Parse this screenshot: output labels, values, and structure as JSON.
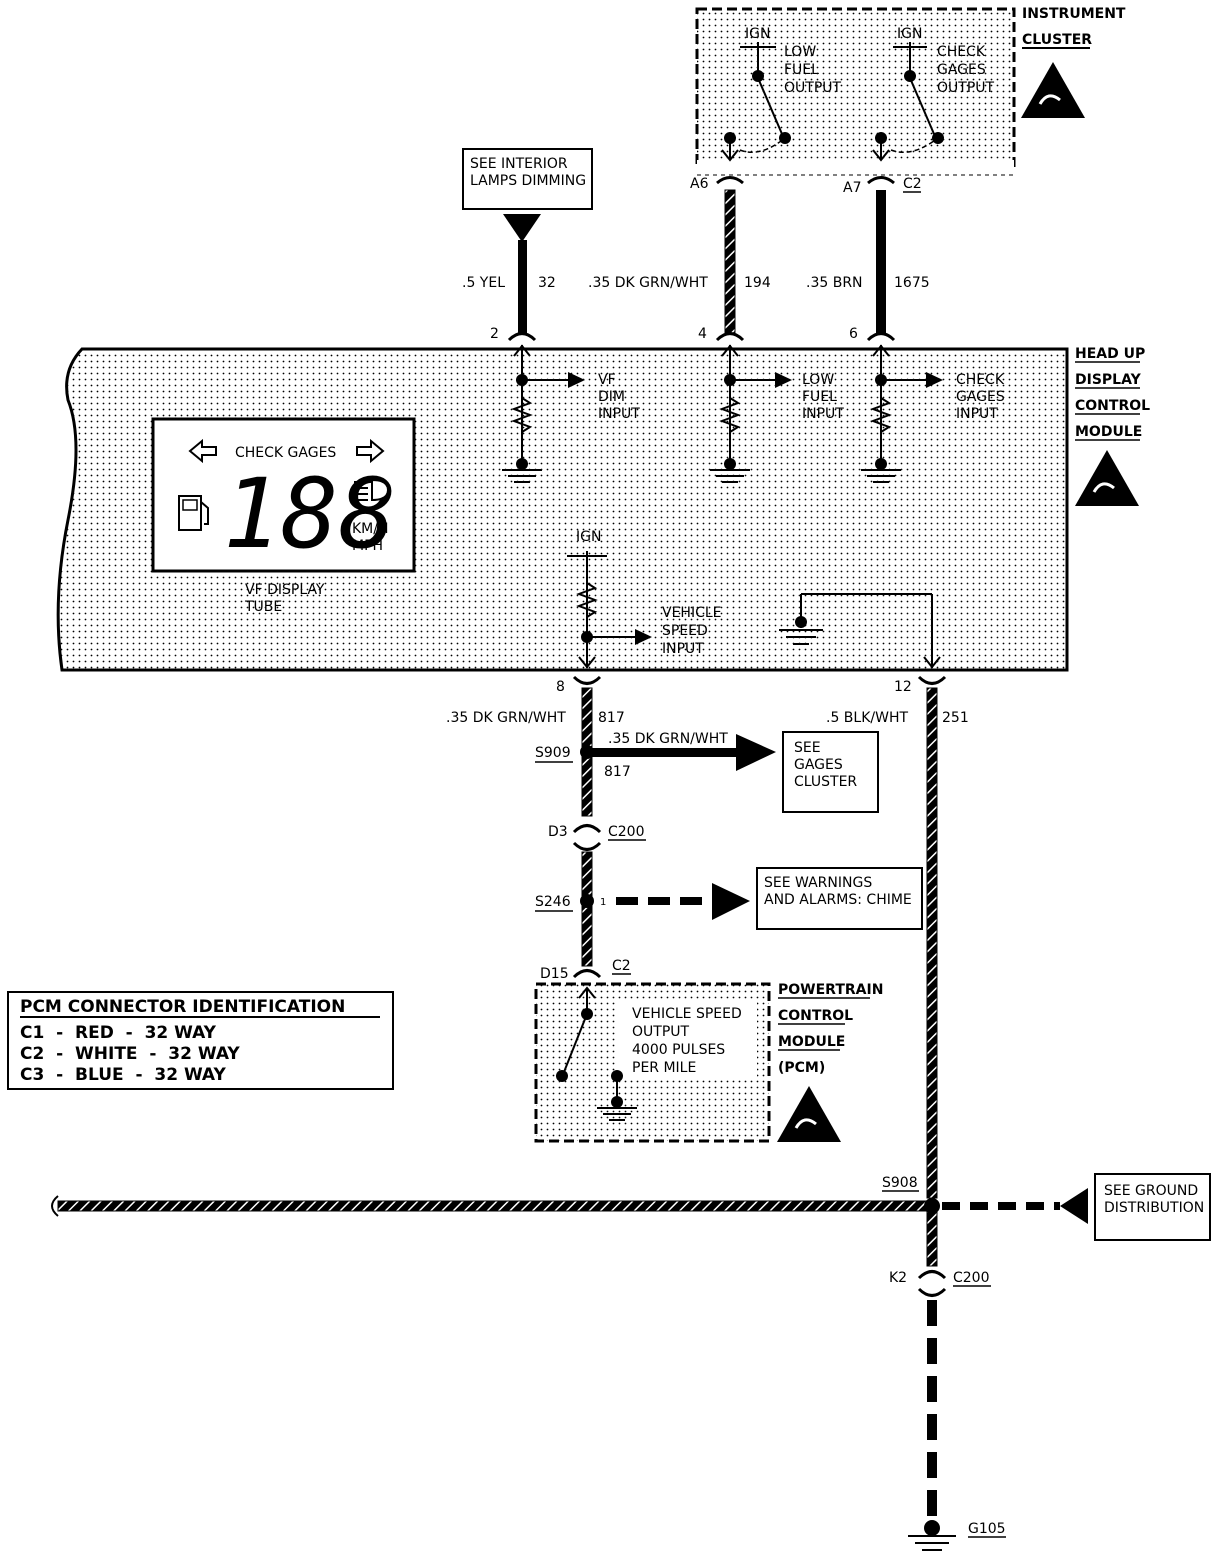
{
  "instrument_cluster": {
    "title_lines": [
      "INSTRUMENT",
      "CLUSTER"
    ],
    "ign_left": "IGN",
    "ign_right": "IGN",
    "low_fuel_lines": [
      "LOW",
      "FUEL",
      "OUTPUT"
    ],
    "check_gages_lines": [
      "CHECK",
      "GAGES",
      "OUTPUT"
    ],
    "pin_a6": "A6",
    "pin_a7": "A7",
    "connector": "C2"
  },
  "interior_lamps_ref": {
    "lines": [
      "SEE INTERIOR",
      "LAMPS DIMMING"
    ]
  },
  "wires_top": {
    "yel_label": ".5 YEL",
    "yel_circuit": "32",
    "dkgrn_label": ".35 DK GRN/WHT",
    "dkgrn_circuit": "194",
    "brn_label": ".35 BRN",
    "brn_circuit": "1675"
  },
  "hud_module": {
    "title_lines": [
      "HEAD UP",
      "DISPLAY",
      "CONTROL",
      "MODULE"
    ],
    "pin_2": "2",
    "pin_4": "4",
    "pin_6": "6",
    "pin_8": "8",
    "pin_12": "12",
    "vf_dim_lines": [
      "VF",
      "DIM",
      "INPUT"
    ],
    "low_fuel_lines": [
      "LOW",
      "FUEL",
      "INPUT"
    ],
    "check_gages_lines": [
      "CHECK",
      "GAGES",
      "INPUT"
    ],
    "ign": "IGN",
    "vehicle_speed_lines": [
      "VEHICLE",
      "SPEED",
      "INPUT"
    ],
    "display": {
      "check_gages": "CHECK GAGES",
      "digits": "188",
      "kmh": "KM/H",
      "mph": "MPH",
      "caption_lines": [
        "VF DISPLAY",
        "TUBE"
      ]
    }
  },
  "wires_bottom": {
    "dkgrn_label": ".35 DK GRN/WHT",
    "dkgrn_circuit": "817",
    "blk_label": ".5 BLK/WHT",
    "blk_circuit": "251",
    "branch_label": ".35 DK GRN/WHT",
    "branch_circuit": "817"
  },
  "splices": {
    "s909": "S909",
    "s246": "S246",
    "s246_pin": "1",
    "s908": "S908"
  },
  "gages_cluster_ref": {
    "lines": [
      "SEE",
      "GAGES",
      "CLUSTER"
    ]
  },
  "connectors": {
    "d3": "D3",
    "c200": "C200",
    "d15": "D15",
    "c2": "C2",
    "k2": "K2",
    "c200_lower": "C200"
  },
  "warnings_ref": {
    "lines": [
      "SEE WARNINGS",
      "AND ALARMS: CHIME"
    ]
  },
  "pcm": {
    "title_lines": [
      "POWERTRAIN",
      "CONTROL",
      "MODULE",
      "(PCM)"
    ],
    "output_lines": [
      "VEHICLE SPEED",
      "OUTPUT",
      "4000 PULSES",
      "PER MILE"
    ]
  },
  "pcm_connector_id": {
    "title": "PCM CONNECTOR IDENTIFICATION",
    "rows": [
      "C1  -  RED  -  32 WAY",
      "C2  -  WHITE  -  32 WAY",
      "C3  -  BLUE  -  32 WAY"
    ]
  },
  "ground_distribution_ref": {
    "lines": [
      "SEE GROUND",
      "DISTRIBUTION"
    ]
  },
  "ground": {
    "label": "G105"
  }
}
